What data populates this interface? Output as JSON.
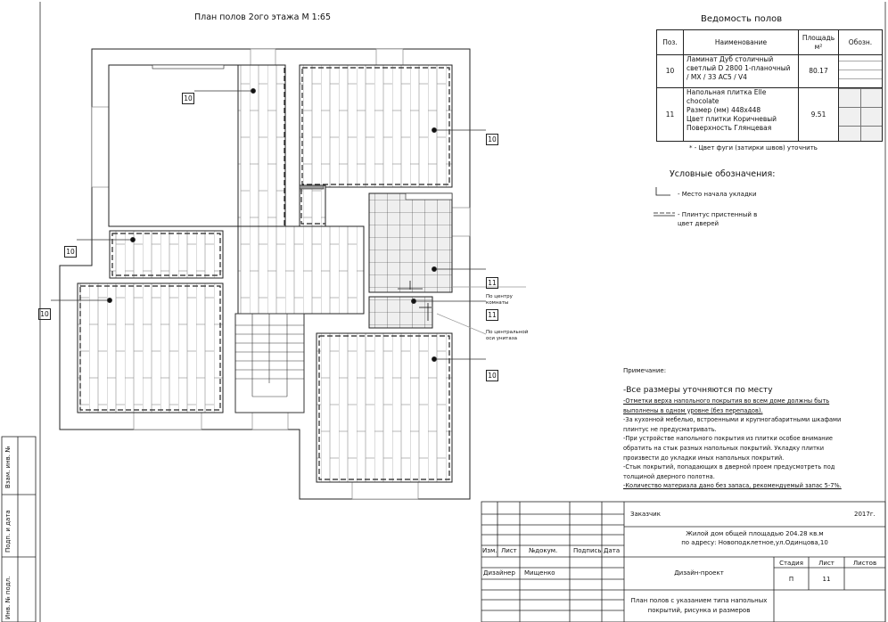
{
  "plan": {
    "title": "План полов 2ого этажа М 1:65",
    "tags": [
      "10",
      "10",
      "10",
      "10",
      "11",
      "11",
      "10"
    ],
    "callouts": {
      "room_center": "По центру комнаты",
      "toilet_axis": "По центральной оси унитаза"
    }
  },
  "schedule": {
    "title": "Ведомость полов",
    "headers": {
      "pos": "Поз.",
      "name": "Наименование",
      "area": "Площадь м²",
      "symbol": "Обозн."
    },
    "rows": [
      {
        "pos": "10",
        "name_lines": [
          "Ламинат Дуб столичный",
          "светлый D 2800 1-планочный",
          "/ MX / 33 AC5 / V4"
        ],
        "area": "80.17",
        "pattern": "laminate"
      },
      {
        "pos": "11",
        "name_lines": [
          "Напольная плитка Elle",
          "chocolate",
          "Размер (мм) 448x448",
          "Цвет плитки Коричневый",
          "Поверхность Глянцевая"
        ],
        "area": "9.51",
        "pattern": "tile"
      }
    ],
    "footnote": "* - Цвет фуги (затирки швов) уточнить"
  },
  "legend": {
    "title": "Условные обозначения:",
    "items": [
      {
        "icon": "laying-start-arrow-icon",
        "label": "- Место начала укладки"
      },
      {
        "icon": "baseboard-dashed-line-icon",
        "label_lines": [
          "- Плинтус пристенный в",
          "цвет дверей"
        ]
      }
    ]
  },
  "notes": {
    "title": "Примечание:",
    "lead": "-Все размеры уточняются по месту",
    "lines": [
      "-Отметки верха напольного покрытия во всем доме должны быть",
      "выполнены в одном уровне (без перепадов).",
      "-За кухонной мебелью, встроенными и крупногабаритными шкафами",
      "плинтус не предусматривать.",
      "-При устройстве напольного покрытия из плитки особое внимание",
      "обратить на стык разных напольных покрытий. Укладку плитки",
      "произвести до укладки иных напольных покрытий.",
      "-Стык покрытий, попадающих в дверной проем предусмотреть под",
      "толщиной дверного полотна.",
      "-Количество материала дано без запаса, рекомендуемый запас 5-7%."
    ]
  },
  "title_block": {
    "customer": "Заказчик",
    "year": "2017г.",
    "object_line1": "Жилой дом общей площадью 204.28 кв.м",
    "object_line2": "по адресу: Новоподклетное,ул.Одинцова,10",
    "headers": {
      "change": "Изм.",
      "sheet": "Лист",
      "doc": "№докум.",
      "sign": "Подпись",
      "date": "Дата"
    },
    "role": "Дизайнер",
    "person": "Мищенко",
    "project": "Дизайн-проект",
    "stage_label": "Стадия",
    "sheet_label": "Лист",
    "sheets_label": "Листов",
    "stage": "П",
    "sheet": "11",
    "sheets": "",
    "drawing_line1": "План полов с указанием типа напольных",
    "drawing_line2": "покрытий, рисунка и размеров"
  },
  "side_stamp": [
    "Взам. инв. №",
    "Подп. и дата",
    "Инв. № подл."
  ]
}
